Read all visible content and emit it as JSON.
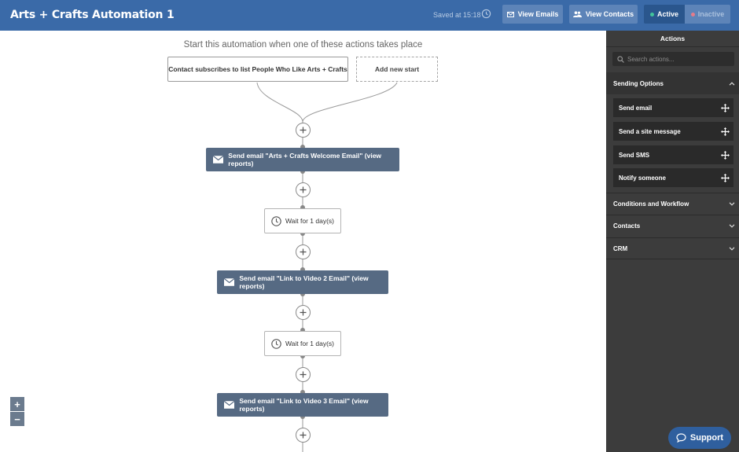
{
  "header": {
    "title": "Arts + Crafts Automation 1",
    "saved_text": "Saved at 15:18",
    "view_emails_label": "View Emails",
    "view_contacts_label": "View Contacts",
    "active_label": "Active",
    "inactive_label": "Inactive",
    "active_state": "Active",
    "colors": {
      "bar": "#3a6aa8",
      "active_dot": "#41c49a",
      "inactive_dot": "#e47b8a"
    }
  },
  "canvas": {
    "start_label": "Start this automation when one of these actions takes place",
    "trigger_label": "Contact subscribes to list People Who Like Arts + Crafts",
    "add_start_label": "Add new start",
    "steps": [
      {
        "type": "email",
        "label": "Send email \"Arts + Crafts Welcome Email\" (view reports)"
      },
      {
        "type": "wait",
        "label": "Wait for 1 day(s)"
      },
      {
        "type": "email",
        "label": "Send email \"Link to Video 2 Email\" (view reports)"
      },
      {
        "type": "wait",
        "label": "Wait for 1 day(s)"
      },
      {
        "type": "email",
        "label": "Send email \"Link to Video 3 Email\" (view reports)"
      }
    ],
    "zoom_in": "+",
    "zoom_out": "−"
  },
  "panel": {
    "title": "Actions",
    "search_placeholder": "Search actions...",
    "sections": [
      {
        "label": "Sending Options",
        "expanded": true,
        "items": [
          "Send email",
          "Send a site message",
          "Send SMS",
          "Notify someone"
        ]
      },
      {
        "label": "Conditions and Workflow",
        "expanded": false
      },
      {
        "label": "Contacts",
        "expanded": false
      },
      {
        "label": "CRM",
        "expanded": false
      }
    ]
  },
  "support_label": "Support"
}
